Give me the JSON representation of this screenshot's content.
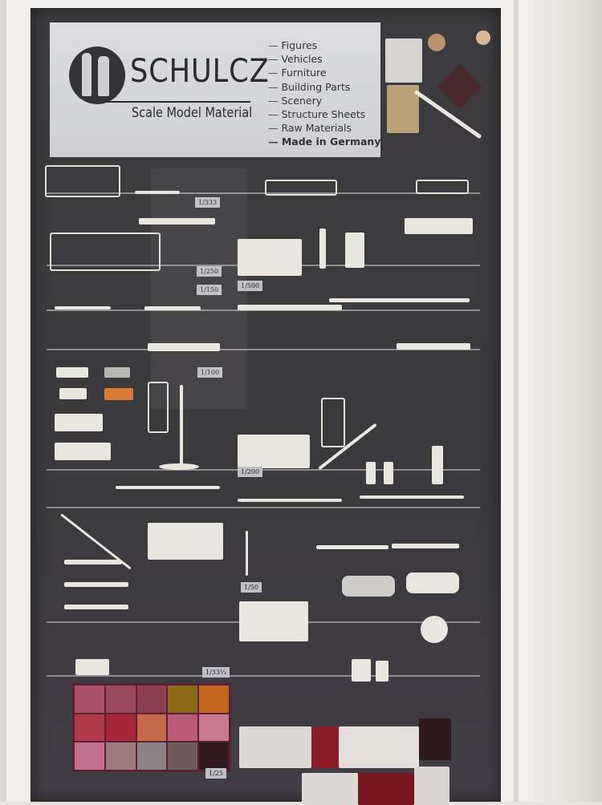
{
  "sign": {
    "brand": "SCHULCZ",
    "tagline": "Scale Model Material",
    "categories": [
      "Figures",
      "Vehicles",
      "Furniture",
      "Building Parts",
      "Scenery",
      "Structure Sheets",
      "Raw Materials",
      "Made in Germany"
    ]
  },
  "scale_labels": [
    "1/333",
    "1/250",
    "1/150",
    "1/500",
    "1/100",
    "1/200",
    "1/50",
    "1/33⅓",
    "1/25"
  ],
  "colors": {
    "panel": "#3c3b3d",
    "sign": "#d6d7da",
    "parts": "#e9e6df"
  }
}
